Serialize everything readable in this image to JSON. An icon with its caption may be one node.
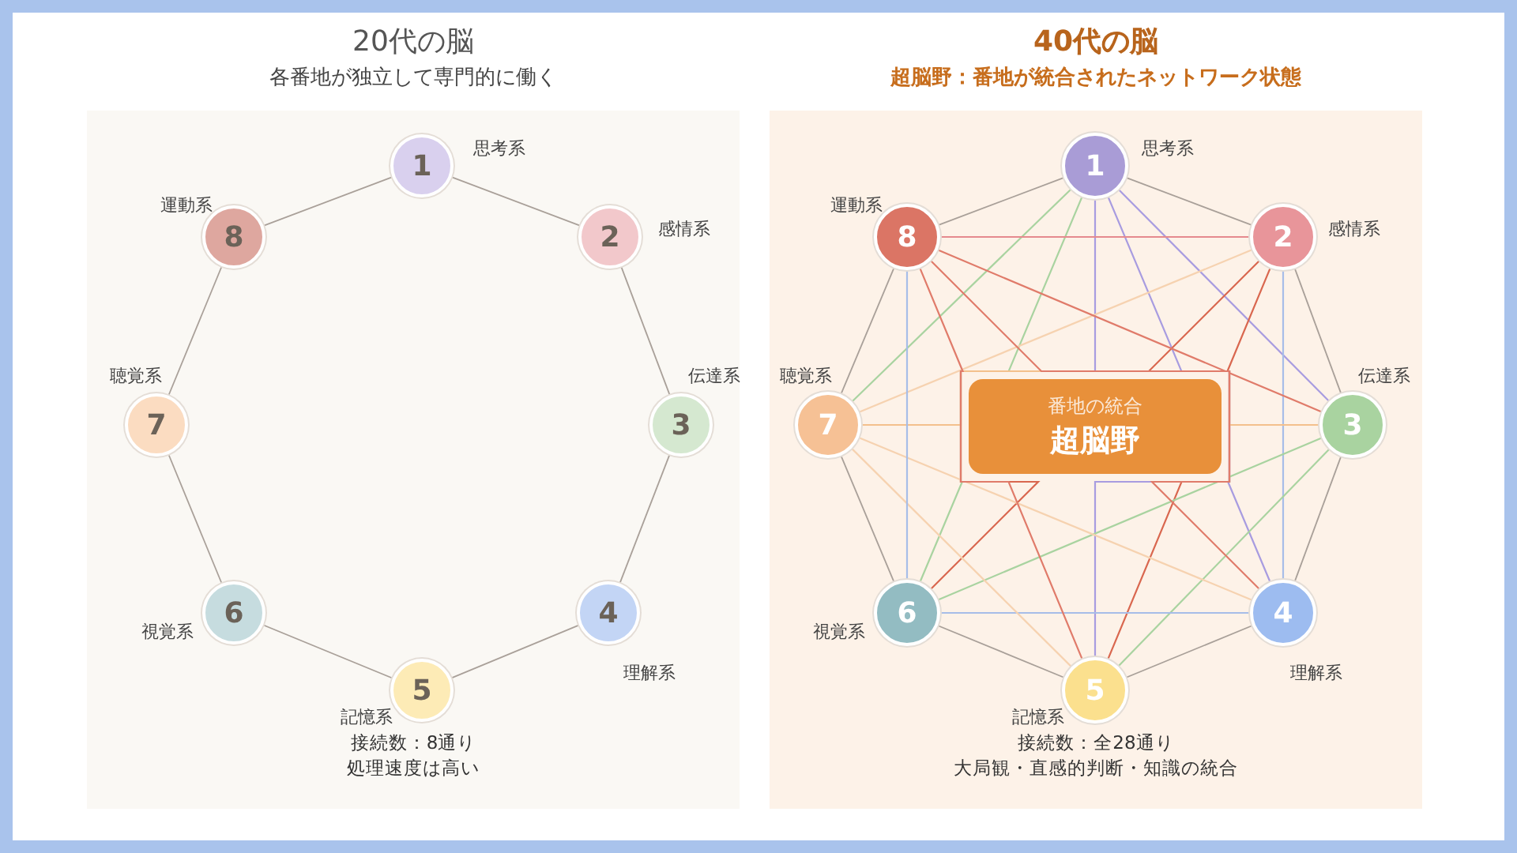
{
  "diagram": {
    "nodes": [
      {
        "text": [
          "20代の脳",
          "各番地が独立して専門的に働く",
          "接続数：8通り",
          "処理速度は高い"
        ]
      },
      {
        "text": [
          "1"
        ],
        "beside": [
          "思考系"
        ],
        "in": 0
      },
      {
        "text": [
          "2"
        ],
        "beside": [
          "感情系"
        ],
        "in": 0
      },
      {
        "text": [
          "3"
        ],
        "beside": [
          "伝達系"
        ],
        "in": 0
      },
      {
        "text": [
          "4"
        ],
        "beside": [
          "理解系"
        ],
        "in": 0
      },
      {
        "text": [
          "5"
        ],
        "beside": [
          "記憶系"
        ],
        "in": 0
      },
      {
        "text": [
          "6"
        ],
        "beside": [
          "視覚系"
        ],
        "in": 0
      },
      {
        "text": [
          "7"
        ],
        "beside": [
          "聴覚系"
        ],
        "in": 0
      },
      {
        "text": [
          "8"
        ],
        "beside": [
          "運動系"
        ],
        "in": 0
      },
      {
        "text": [
          "40代の脳",
          "超脳野：番地が統合されたネットワーク状態",
          "接続数：全28通り",
          "大局観・直感的判断・知識の統合"
        ]
      },
      {
        "text": [
          "1"
        ],
        "beside": [
          "思考系"
        ],
        "in": 9
      },
      {
        "text": [
          "2"
        ],
        "beside": [
          "感情系"
        ],
        "in": 9
      },
      {
        "text": [
          "3"
        ],
        "beside": [
          "伝達系"
        ],
        "in": 9
      },
      {
        "text": [
          "4"
        ],
        "beside": [
          "理解系"
        ],
        "in": 9
      },
      {
        "text": [
          "5"
        ],
        "beside": [
          "記憶系"
        ],
        "in": 9
      },
      {
        "text": [
          "6"
        ],
        "beside": [
          "視覚系"
        ],
        "in": 9
      },
      {
        "text": [
          "7"
        ],
        "beside": [
          "聴覚系"
        ],
        "in": 9
      },
      {
        "text": [
          "8"
        ],
        "beside": [
          "運動系"
        ],
        "in": 9
      },
      {
        "text": [
          "番地の統合",
          "超脳野"
        ],
        "in": 9
      }
    ],
    "edges": [
      {
        "from": 1,
        "to": 2,
        "arrow": "none"
      },
      {
        "from": 2,
        "to": 3,
        "arrow": "none"
      },
      {
        "from": 3,
        "to": 4,
        "arrow": "none"
      },
      {
        "from": 4,
        "to": 5,
        "arrow": "none"
      },
      {
        "from": 5,
        "to": 6,
        "arrow": "none"
      },
      {
        "from": 6,
        "to": 7,
        "arrow": "none"
      },
      {
        "from": 7,
        "to": 8,
        "arrow": "none"
      },
      {
        "from": 8,
        "to": 1,
        "arrow": "none"
      },
      {
        "from": 10,
        "to": 11,
        "arrow": "none"
      },
      {
        "from": 11,
        "to": 12,
        "arrow": "none"
      },
      {
        "from": 12,
        "to": 13,
        "arrow": "none"
      },
      {
        "from": 13,
        "to": 14,
        "arrow": "none"
      },
      {
        "from": 14,
        "to": 15,
        "arrow": "none"
      },
      {
        "from": 15,
        "to": 16,
        "arrow": "none"
      },
      {
        "from": 16,
        "to": 17,
        "arrow": "none"
      },
      {
        "from": 17,
        "to": 10,
        "arrow": "none"
      },
      {
        "from": 10,
        "to": 12,
        "arrow": "none",
        "color": "#a89ce0"
      },
      {
        "from": 10,
        "to": 13,
        "arrow": "none",
        "color": "#a89ce0"
      },
      {
        "from": 10,
        "to": 14,
        "arrow": "none",
        "color": "#a89ce0"
      },
      {
        "from": 10,
        "to": 15,
        "arrow": "none",
        "color": "#a9d3a0"
      },
      {
        "from": 10,
        "to": 16,
        "arrow": "none",
        "color": "#a9d3a0"
      },
      {
        "from": 11,
        "to": 13,
        "arrow": "none",
        "color": "#a7bde8"
      },
      {
        "from": 11,
        "to": 14,
        "arrow": "none",
        "color": "#d9674f"
      },
      {
        "from": 11,
        "to": 15,
        "arrow": "none",
        "color": "#d9674f"
      },
      {
        "from": 11,
        "to": 16,
        "arrow": "none",
        "color": "#f6d2b0"
      },
      {
        "from": 11,
        "to": 17,
        "arrow": "none",
        "color": "#e58a8e"
      },
      {
        "from": 12,
        "to": 14,
        "arrow": "none",
        "color": "#a9d3a0"
      },
      {
        "from": 12,
        "to": 15,
        "arrow": "none",
        "color": "#a9d3a0"
      },
      {
        "from": 12,
        "to": 16,
        "arrow": "none",
        "color": "#f3c08c"
      },
      {
        "from": 12,
        "to": 17,
        "arrow": "none",
        "color": "#e07b6a"
      },
      {
        "from": 13,
        "to": 15,
        "arrow": "none",
        "color": "#a7bde8"
      },
      {
        "from": 13,
        "to": 16,
        "arrow": "none",
        "color": "#f6d2b0"
      },
      {
        "from": 13,
        "to": 17,
        "arrow": "none",
        "color": "#e07b6a"
      },
      {
        "from": 14,
        "to": 16,
        "arrow": "none",
        "color": "#f6d2b0"
      },
      {
        "from": 14,
        "to": 17,
        "arrow": "none",
        "color": "#e07b6a"
      },
      {
        "from": 15,
        "to": 17,
        "arrow": "none",
        "color": "#a7bde8"
      }
    ]
  }
}
